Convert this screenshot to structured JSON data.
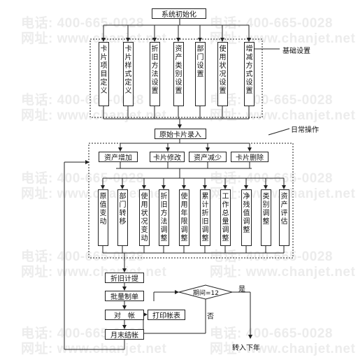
{
  "watermark": {
    "phone": "电话: 400-665-0028",
    "web": "网址: www.chanjet.net"
  },
  "init": "系统初始化",
  "basic_settings": {
    "label": "基础设置",
    "items": [
      "卡片项目定义",
      "卡片样式定义",
      "折旧方法设置",
      "资产类别设置",
      "部门设置",
      "使用状况设置",
      "增减方式设置"
    ]
  },
  "card_entry": "原始卡片录入",
  "daily_ops": {
    "label": "日常操作",
    "actions": [
      "资产增加",
      "卡片修改",
      "资产减少",
      "卡片删除"
    ],
    "changes": [
      "原值变动",
      "部门转移",
      "使用状况变动",
      "折旧方法调整",
      "使用年限调整",
      "累计折旧调整",
      "工作总量调整",
      "净残值调整",
      "类别调整",
      "资产评估"
    ]
  },
  "flow": {
    "depreciation": "折旧计提",
    "batch": "批量制单",
    "reconcile": "对　帐",
    "close": "月末结帐",
    "print": "打印帐表",
    "decision": "期间=12",
    "yes": "是",
    "no": "否",
    "next_year": "转入下年"
  }
}
